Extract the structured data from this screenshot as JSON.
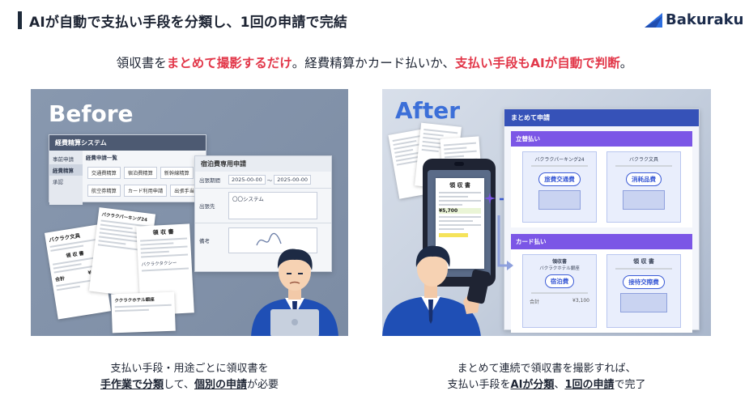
{
  "header": {
    "title": "AIが自動で支払い手段を分類し、1回の申請で完結",
    "brand": "Bakuraku"
  },
  "subtitle": {
    "part1": "領収書を",
    "part2": "まとめて撮影するだけ",
    "part3": "。経費精算かカード払いか、",
    "part4": "支払い手段もAIが自動で判断",
    "part5": "。"
  },
  "before": {
    "label": "Before",
    "system_window": {
      "title": "経費精算システム",
      "nav": [
        "事前申請",
        "経費精算",
        "承認"
      ],
      "list_title": "経費申請一覧",
      "chips": [
        "交通費精算",
        "宿泊費精算",
        "新幹線精算",
        "航空券精算",
        "カード利用申請",
        "出張手当"
      ]
    },
    "form_window": {
      "title": "宿泊費専用申請",
      "period_label": "出張期間",
      "date_from": "2025-00-00",
      "date_sep": "〜",
      "date_to": "2025-00-00",
      "dest_label": "出張先",
      "dest_value": "〇〇システム",
      "note_label": "備考"
    },
    "receipts": {
      "r1_title": "バクラク文具",
      "r1_sub": "領 収 書",
      "r1_total_label": "合計",
      "r1_total": "¥277",
      "r2_title": "バクラクパーキング24",
      "r3_title": "領 収 書",
      "r4_title": "バクラクタクシー",
      "r5_title": "ククラクホテル銀座"
    },
    "caption_line1": "支払い手段・用途ごとに領収書を",
    "caption_line2_a": "手作業で分類",
    "caption_line2_b": "して、",
    "caption_line2_c": "個別の申請",
    "caption_line2_d": "が必要"
  },
  "after": {
    "label": "After",
    "phone_receipt_title": "領 収 書",
    "phone_receipt_amount": "¥5,700",
    "app": {
      "title": "まとめて申請",
      "section1": "立替払い",
      "section1_cards": [
        {
          "name": "バクラクパーキング24",
          "tag": "旅費交通費"
        },
        {
          "name": "バクラク文具",
          "tag": "消耗品費"
        }
      ],
      "section2": "カード払い",
      "section2_cards": [
        {
          "name": "バクラクホテル銀座",
          "header": "領収書",
          "tag": "宿泊費"
        },
        {
          "name": "",
          "header": "領 収 書",
          "tag": "接待交際費"
        }
      ],
      "card_total_label": "合計",
      "card_total": "¥3,100"
    },
    "caption_line1": "まとめて連続で領収書を撮影すれば、",
    "caption_line2_a": "支払い手段を",
    "caption_line2_b": "AIが分類",
    "caption_line2_c": "、",
    "caption_line2_d": "1回の申請",
    "caption_line2_e": "で完了"
  },
  "colors": {
    "accent_red": "#e2384a",
    "accent_blue": "#3b5bd6",
    "panel_bg": "#7d8da5",
    "section_purple": "#7b56e6"
  }
}
